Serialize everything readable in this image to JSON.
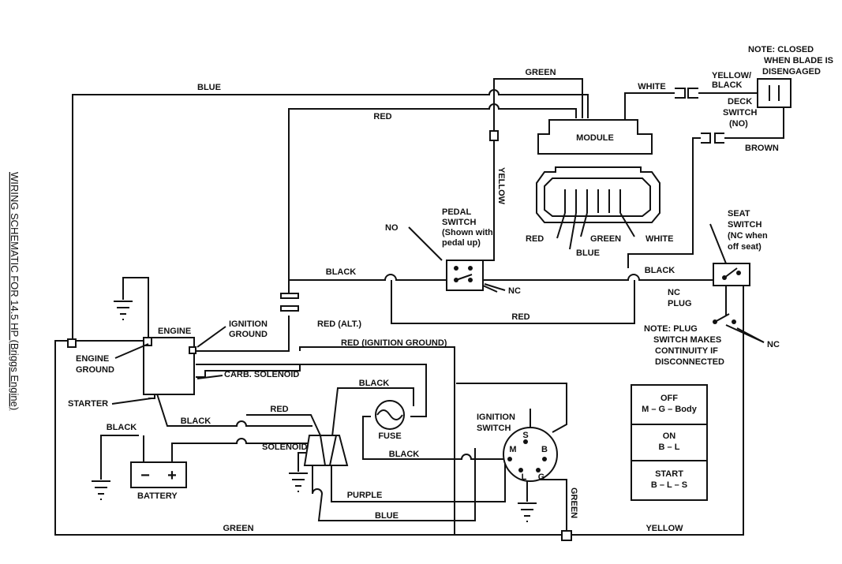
{
  "title": "WIRING SCHEMATIC FOR 14.5 HP (Briggs Engine)",
  "wires": {
    "blue_top": "BLUE",
    "green_top": "GREEN",
    "red_top": "RED",
    "white_top": "WHITE",
    "yellow_black": "YELLOW/\nBLACK",
    "yellow_vertical": "YELLOW",
    "brown": "BROWN",
    "black_mid": "BLACK",
    "black_right": "BLACK",
    "red_mid": "RED",
    "red_alt": "RED (ALT.)",
    "red_ign": "RED  (IGNITION GROUND)",
    "black_fuse": "BLACK",
    "red_sol": "RED",
    "black_left": "BLACK",
    "black_engine": "BLACK",
    "black_bottom": "BLACK",
    "purple": "PURPLE",
    "blue_bottom": "BLUE",
    "green_bottom": "GREEN",
    "yellow_bottom": "YELLOW",
    "green_vertical": "GREEN"
  },
  "components": {
    "module": "MODULE",
    "engine": "ENGINE",
    "ignition_ground": "IGNITION\nGROUND",
    "engine_ground": "ENGINE\nGROUND",
    "carb_solenoid": "CARB. SOLENOID",
    "starter": "STARTER",
    "battery": "BATTERY",
    "battery_minus": "−",
    "battery_plus": "+",
    "solenoid": "SOLENOID",
    "fuse": "FUSE",
    "ignition_switch": "IGNITION\nSWITCH",
    "pedal_switch": "PEDAL\nSWITCH\n(Shown with\npedal up)",
    "seat_switch": "SEAT\nSWITCH\n(NC when\noff seat)",
    "deck_switch": "DECK\nSWITCH\n(NO)",
    "nc_plug": "NC\nPLUG",
    "no_label": "NO",
    "nc_label_pedal": "NC",
    "nc_label_plug": "NC",
    "connector_red": "RED",
    "connector_green": "GREEN",
    "connector_white": "WHITE",
    "connector_blue": "BLUE"
  },
  "ignition_terminals": {
    "s": "S",
    "m": "M",
    "b": "B",
    "l": "L",
    "g": "G"
  },
  "notes": {
    "deck": "NOTE:  CLOSED\nWHEN BLADE IS\nDISENGAGED",
    "plug": "NOTE:  PLUG\nSWITCH MAKES\nCONTINUITY IF\nDISCONNECTED"
  },
  "switch_table": [
    {
      "state": "OFF",
      "contacts": "M – G – Body"
    },
    {
      "state": "ON",
      "contacts": "B – L"
    },
    {
      "state": "START",
      "contacts": "B – L – S"
    }
  ]
}
